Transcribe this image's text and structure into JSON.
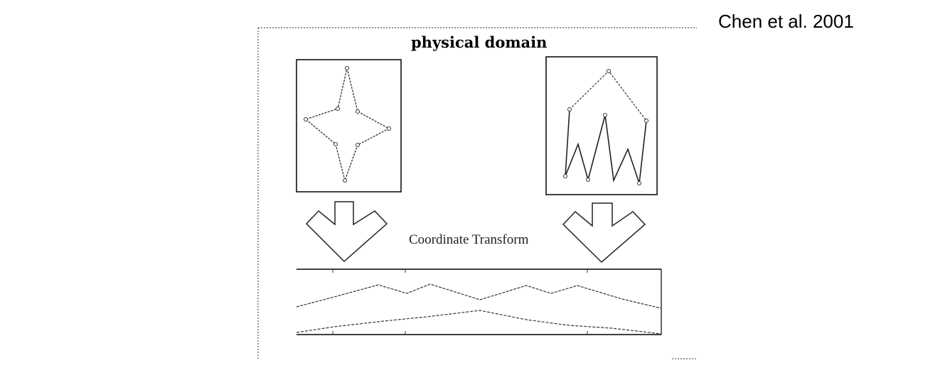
{
  "header": {
    "citation": "Chen et al. 2001"
  },
  "diagram": {
    "title": "physical domain",
    "transform_label": "Coordinate Transform",
    "panels": [
      {
        "name": "star-shape",
        "description_shape": "four-pointed star"
      },
      {
        "name": "house-shape",
        "description_shape": "zigzag house"
      }
    ]
  },
  "colors": {
    "ink": "#000000",
    "dotted_line": "#444444",
    "background": "#ffffff"
  }
}
